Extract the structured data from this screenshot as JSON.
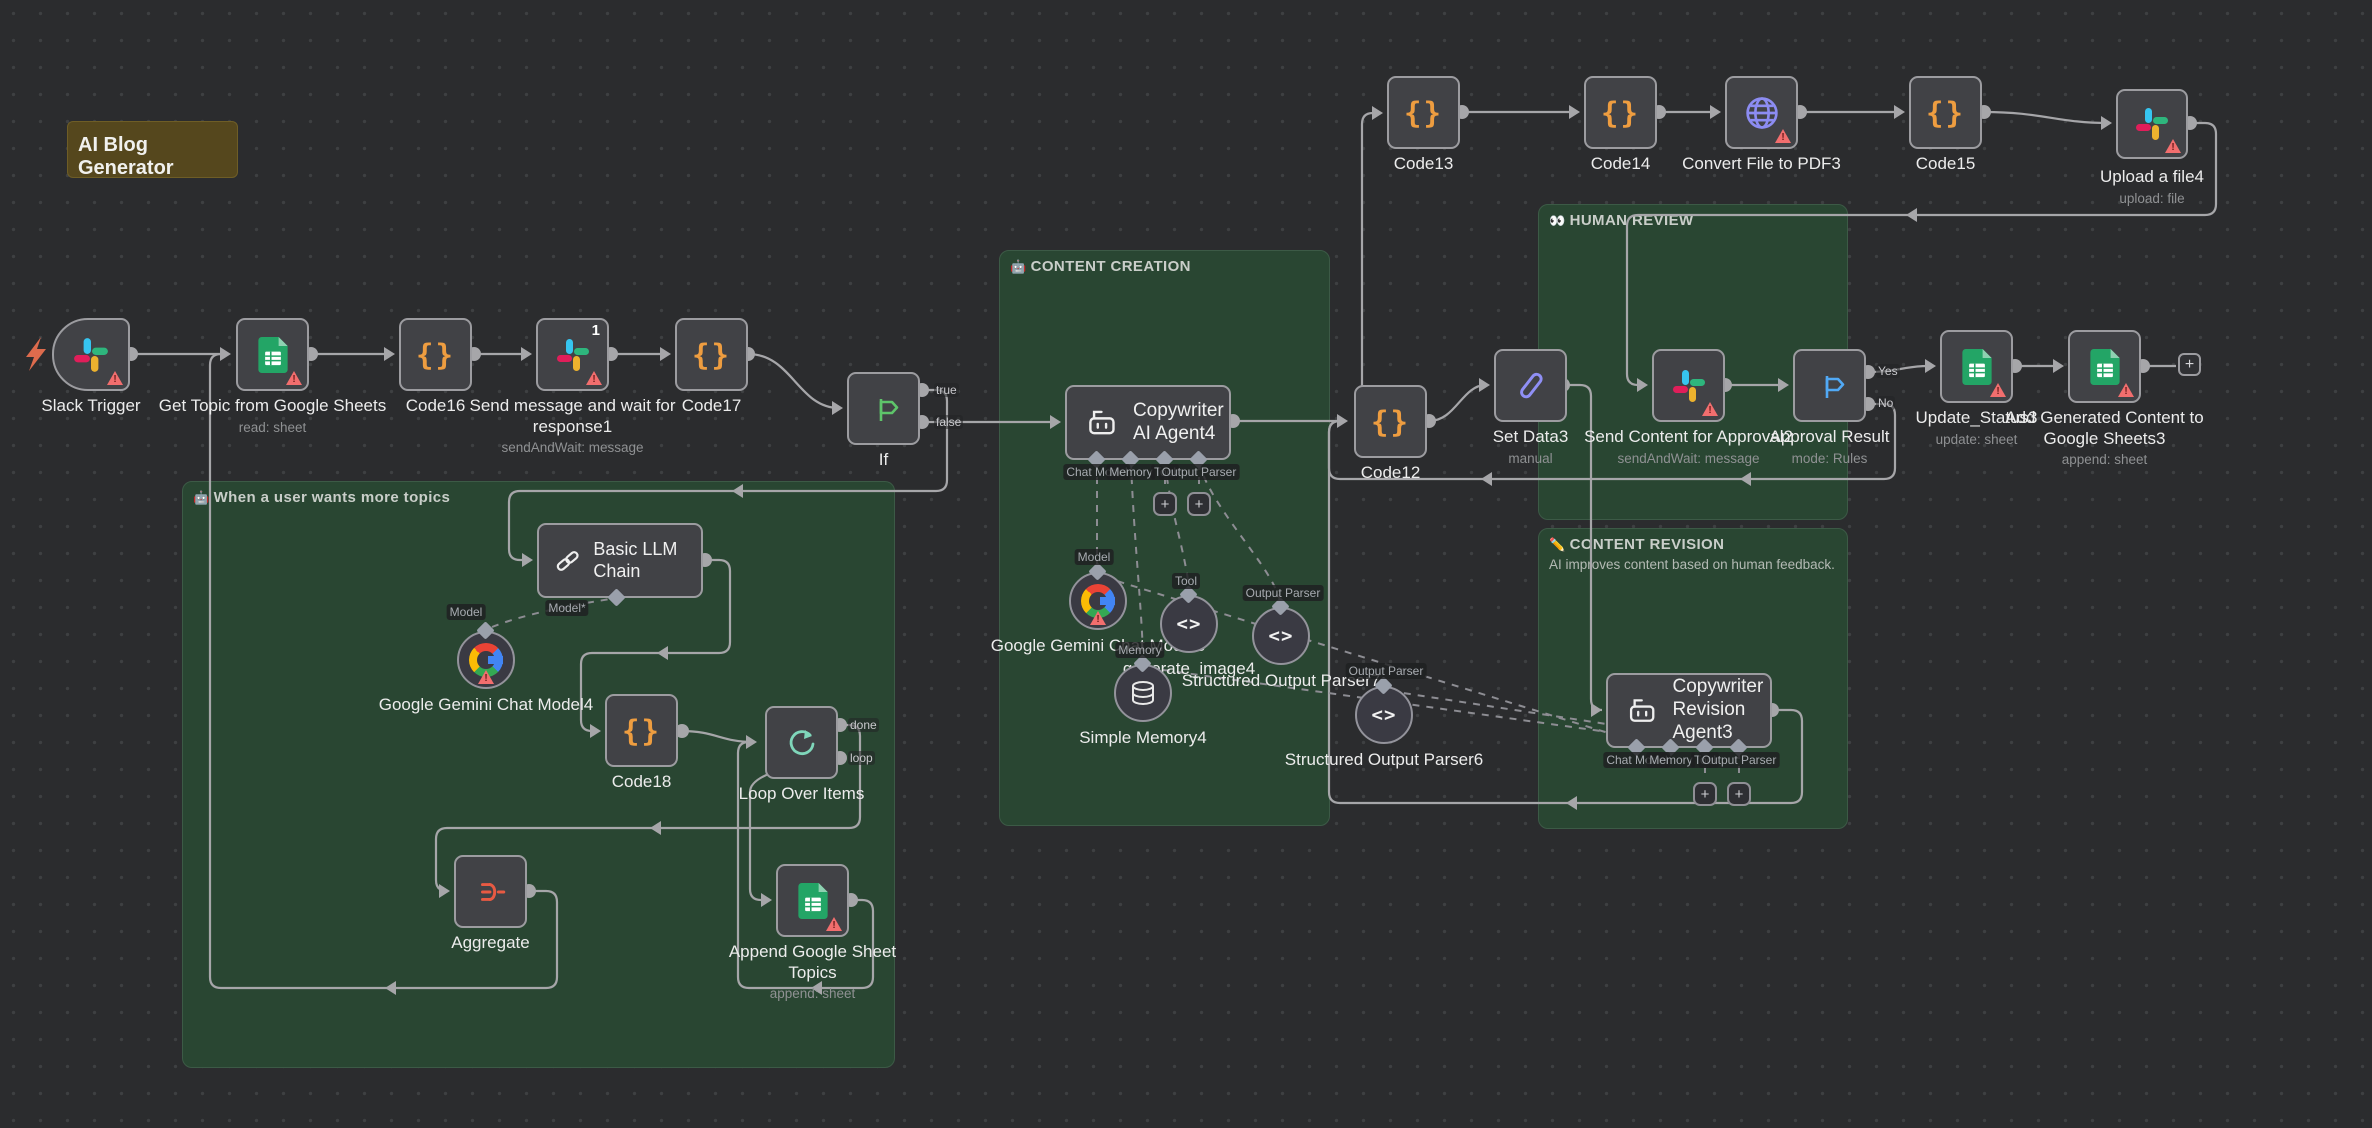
{
  "canvas_title": "AI Blog Generator",
  "icons": {
    "code": "{}",
    "angle": "<>",
    "plus": "+"
  },
  "groups": {
    "more_topics": {
      "emoji": "🤖",
      "label": "When a user wants more topics"
    },
    "content_creation": {
      "emoji": "🤖",
      "label": "CONTENT CREATION"
    },
    "human_review": {
      "emoji": "👀",
      "label": "HUMAN REVIEW"
    },
    "content_revision": {
      "emoji": "✏️",
      "label": "CONTENT REVISION",
      "description": "AI improves content based on human feedback."
    }
  },
  "ports": {
    "true": "true",
    "false": "false",
    "done": "done",
    "loop": "loop",
    "yes": "Yes",
    "no": "No"
  },
  "connectors": {
    "chat_model": "Chat Model",
    "memory": "Memory",
    "tool": "Tool",
    "output_parser": "Output Parser",
    "model": "Model",
    "model_required": "Model*"
  },
  "nodes": {
    "slack_trigger": {
      "label": "Slack Trigger"
    },
    "get_topic": {
      "label": "Get Topic from Google Sheets",
      "subtitle": "read: sheet"
    },
    "code16": {
      "label": "Code16"
    },
    "send_wait": {
      "label": "Send message and wait for response1",
      "subtitle": "sendAndWait: message",
      "badge": "1"
    },
    "code17": {
      "label": "Code17"
    },
    "if_node": {
      "label": "If"
    },
    "code13": {
      "label": "Code13"
    },
    "code14": {
      "label": "Code14"
    },
    "convert_pdf": {
      "label": "Convert File to PDF3"
    },
    "code15": {
      "label": "Code15"
    },
    "upload_file": {
      "label": "Upload a file4",
      "subtitle": "upload: file"
    },
    "copywriter_agent": {
      "label": "Copywriter AI Agent4"
    },
    "gemini3": {
      "label": "Google Gemini Chat Model3"
    },
    "generate_image": {
      "label": "generate_image4"
    },
    "sop7": {
      "label": "Structured Output Parser7"
    },
    "memory4": {
      "label": "Simple Memory4"
    },
    "sop6": {
      "label": "Structured Output Parser6"
    },
    "code12": {
      "label": "Code12"
    },
    "set_data3": {
      "label": "Set Data3",
      "subtitle": "manual"
    },
    "send_approval": {
      "label": "Send Content for Approval2",
      "subtitle": "sendAndWait: message"
    },
    "approval_result": {
      "label": "Approval Result",
      "subtitle": "mode: Rules"
    },
    "update_status": {
      "label": "Update_Status3",
      "subtitle": "update: sheet"
    },
    "add_generated": {
      "label": "Add Generated Content to Google Sheets3",
      "subtitle": "append: sheet"
    },
    "revision_agent": {
      "label": "Copywriter Revision Agent3"
    },
    "basic_llm": {
      "label": "Basic LLM Chain"
    },
    "gemini4": {
      "label": "Google Gemini Chat Model4"
    },
    "code18": {
      "label": "Code18"
    },
    "loop": {
      "label": "Loop Over Items"
    },
    "aggregate": {
      "label": "Aggregate"
    },
    "append_topics": {
      "label": "Append Google Sheet Topics",
      "subtitle": "append: sheet"
    }
  }
}
